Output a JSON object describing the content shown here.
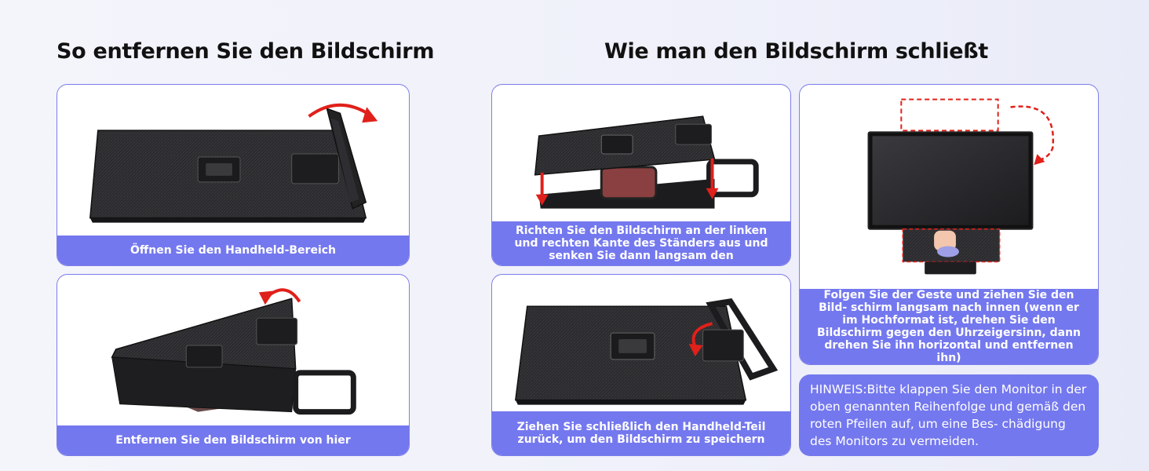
{
  "headings": {
    "left": "So entfernen Sie den Bildschirm",
    "right": "Wie man den Bildschirm schließt"
  },
  "steps": [
    {
      "caption": "Öffnen Sie den Handheld-Bereich"
    },
    {
      "caption": "Entfernen Sie den Bildschirm von hier"
    },
    {
      "caption": "Richten Sie den Bildschirm an der linken und rechten Kante des Ständers aus und senken Sie dann langsam den"
    },
    {
      "caption": "Ziehen Sie schließlich den Handheld-Teil zurück, um den Bildschirm zu speichern"
    },
    {
      "caption": "Folgen Sie der Geste und ziehen Sie den Bild- schirm langsam nach innen (wenn er im Hochformat ist, drehen Sie den Bildschirm gegen den Uhrzeigersinn, dann drehen Sie ihn horizontal und entfernen ihn)"
    }
  ],
  "note": "HINWEIS:Bitte klappen Sie den Monitor in der oben genannten Reihenfolge und gemäß den roten Pfeilen auf, um eine Bes- chädigung des Monitors zu vermeiden.",
  "colors": {
    "accent": "#7478ee",
    "border": "#7b7ee8",
    "arrow": "#e0201a",
    "device": "#2b2b2e"
  }
}
